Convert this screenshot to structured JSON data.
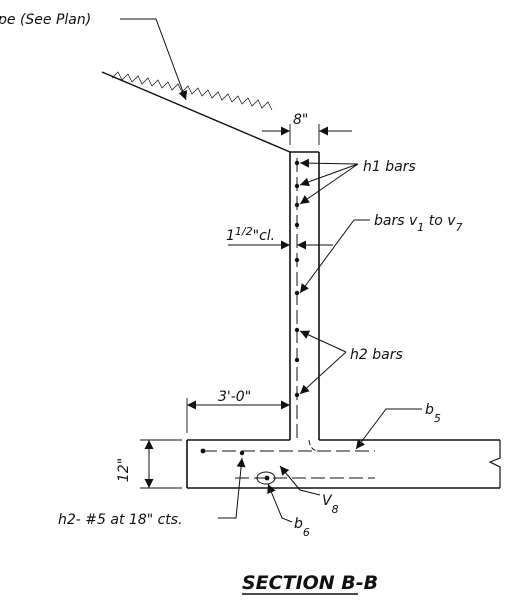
{
  "labels": {
    "slope": "pe (See Plan)",
    "wall_thickness": "8\"",
    "h1": "h1 bars",
    "cover_whole": "1",
    "cover_frac": "1/2",
    "cover_tail": "\"cl.",
    "bars_prefix": "bars v",
    "bars_sub1": "1",
    "bars_mid": " to v",
    "bars_sub2": "7",
    "h2": "h2 bars",
    "toe": "3'-0\"",
    "b5_main": "b",
    "b5_sub": "5",
    "footing_thickness": "12\"",
    "v8_main": "V",
    "v8_sub": "8",
    "h2_spacing": "h2- #5 at 18\" cts.",
    "b6_main": "b",
    "b6_sub": "6"
  },
  "title": "SECTION B-B",
  "colors": {
    "ink": "#111111"
  }
}
